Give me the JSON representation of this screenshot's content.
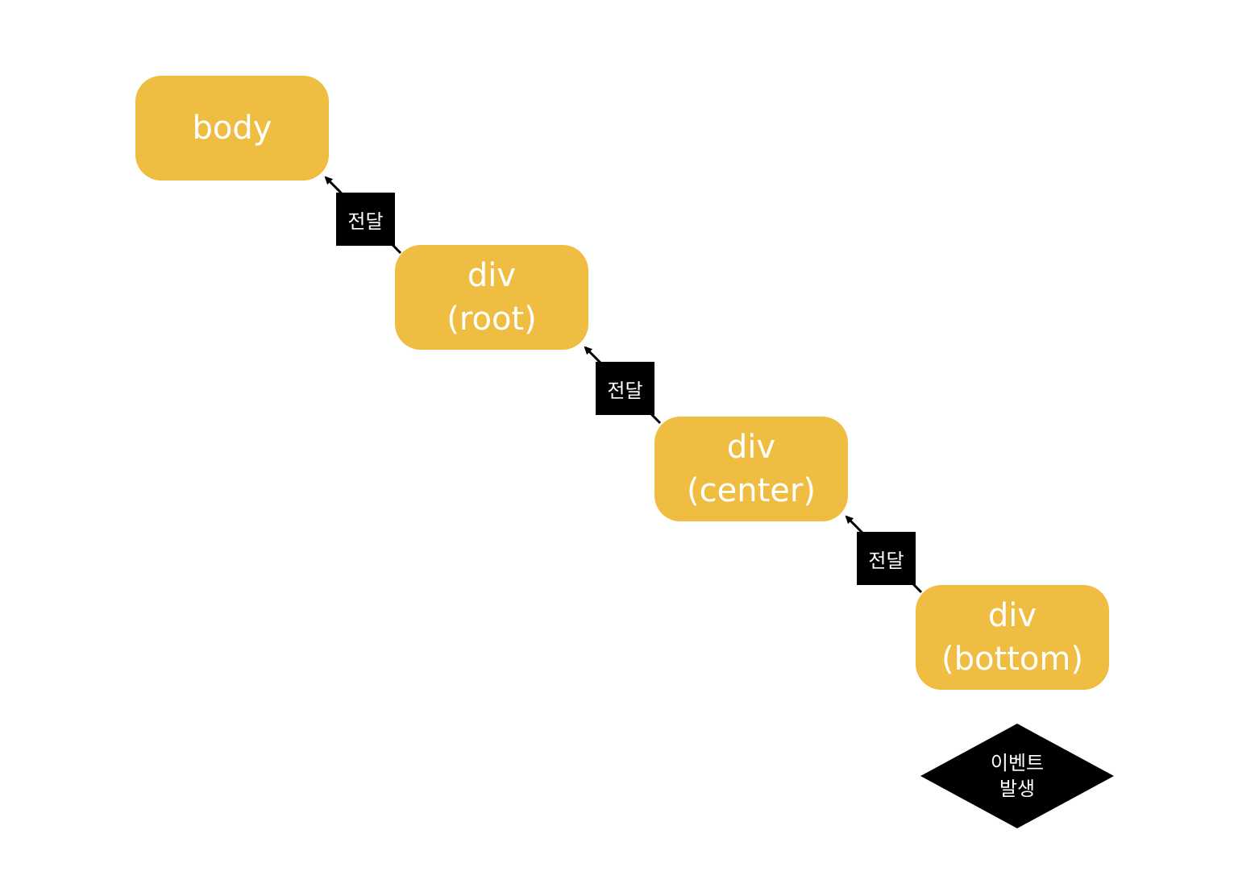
{
  "nodes": {
    "body": {
      "line1": "body"
    },
    "root": {
      "line1": "div",
      "line2": "(root)"
    },
    "center": {
      "line1": "div",
      "line2": "(center)"
    },
    "bottom": {
      "line1": "div",
      "line2": "(bottom)"
    }
  },
  "edges": [
    {
      "label": "전달"
    },
    {
      "label": "전달"
    },
    {
      "label": "전달"
    }
  ],
  "event": {
    "line1": "이벤트",
    "line2": "발생"
  },
  "colors": {
    "node_fill": "#EFBD42",
    "node_text": "#FFFFFF",
    "label_fill": "#000000",
    "arrow": "#000000"
  }
}
